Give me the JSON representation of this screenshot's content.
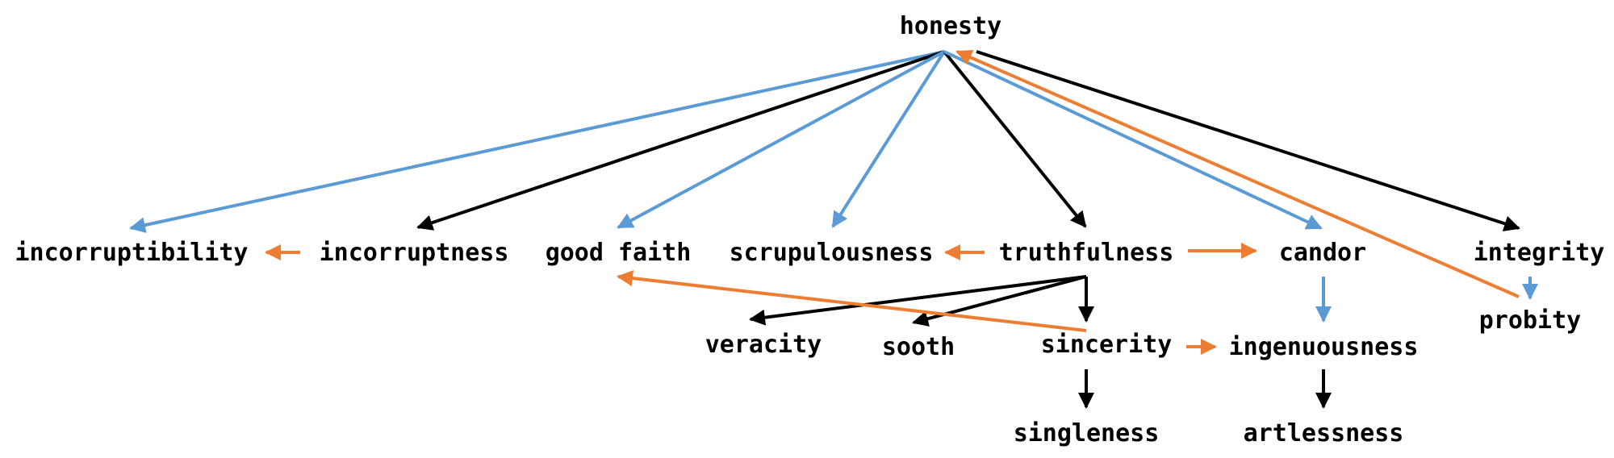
{
  "diagram": {
    "colors": {
      "black": "#000000",
      "blue": "#5b9bd5",
      "orange": "#ed7d31"
    },
    "nodes": [
      {
        "id": "honesty",
        "label": "honesty"
      },
      {
        "id": "incorruptibility",
        "label": "incorruptibility"
      },
      {
        "id": "incorruptness",
        "label": "incorruptness"
      },
      {
        "id": "good_faith",
        "label": "good faith"
      },
      {
        "id": "scrupulousness",
        "label": "scrupulousness"
      },
      {
        "id": "truthfulness",
        "label": "truthfulness"
      },
      {
        "id": "candor",
        "label": "candor"
      },
      {
        "id": "integrity",
        "label": "integrity"
      },
      {
        "id": "probity",
        "label": "probity"
      },
      {
        "id": "veracity",
        "label": "veracity"
      },
      {
        "id": "sooth",
        "label": "sooth"
      },
      {
        "id": "sincerity",
        "label": "sincerity"
      },
      {
        "id": "ingenuousness",
        "label": "ingenuousness"
      },
      {
        "id": "singleness",
        "label": "singleness"
      },
      {
        "id": "artlessness",
        "label": "artlessness"
      }
    ],
    "edges": [
      {
        "from": "honesty",
        "to": "incorruptibility",
        "color": "blue"
      },
      {
        "from": "honesty",
        "to": "incorruptness",
        "color": "black"
      },
      {
        "from": "honesty",
        "to": "good_faith",
        "color": "blue"
      },
      {
        "from": "honesty",
        "to": "scrupulousness",
        "color": "blue"
      },
      {
        "from": "honesty",
        "to": "truthfulness",
        "color": "black"
      },
      {
        "from": "honesty",
        "to": "candor",
        "color": "blue"
      },
      {
        "from": "honesty",
        "to": "integrity",
        "color": "black"
      },
      {
        "from": "probity",
        "to": "honesty",
        "color": "orange"
      },
      {
        "from": "incorruptness",
        "to": "incorruptibility",
        "color": "orange"
      },
      {
        "from": "truthfulness",
        "to": "scrupulousness",
        "color": "orange"
      },
      {
        "from": "truthfulness",
        "to": "candor",
        "color": "orange"
      },
      {
        "from": "truthfulness",
        "to": "veracity",
        "color": "black"
      },
      {
        "from": "truthfulness",
        "to": "sooth",
        "color": "black"
      },
      {
        "from": "truthfulness",
        "to": "sincerity",
        "color": "black"
      },
      {
        "from": "sincerity",
        "to": "good_faith",
        "color": "orange"
      },
      {
        "from": "sincerity",
        "to": "ingenuousness",
        "color": "orange"
      },
      {
        "from": "sincerity",
        "to": "singleness",
        "color": "black"
      },
      {
        "from": "candor",
        "to": "ingenuousness",
        "color": "blue"
      },
      {
        "from": "ingenuousness",
        "to": "artlessness",
        "color": "black"
      },
      {
        "from": "integrity",
        "to": "probity",
        "color": "blue"
      }
    ]
  }
}
